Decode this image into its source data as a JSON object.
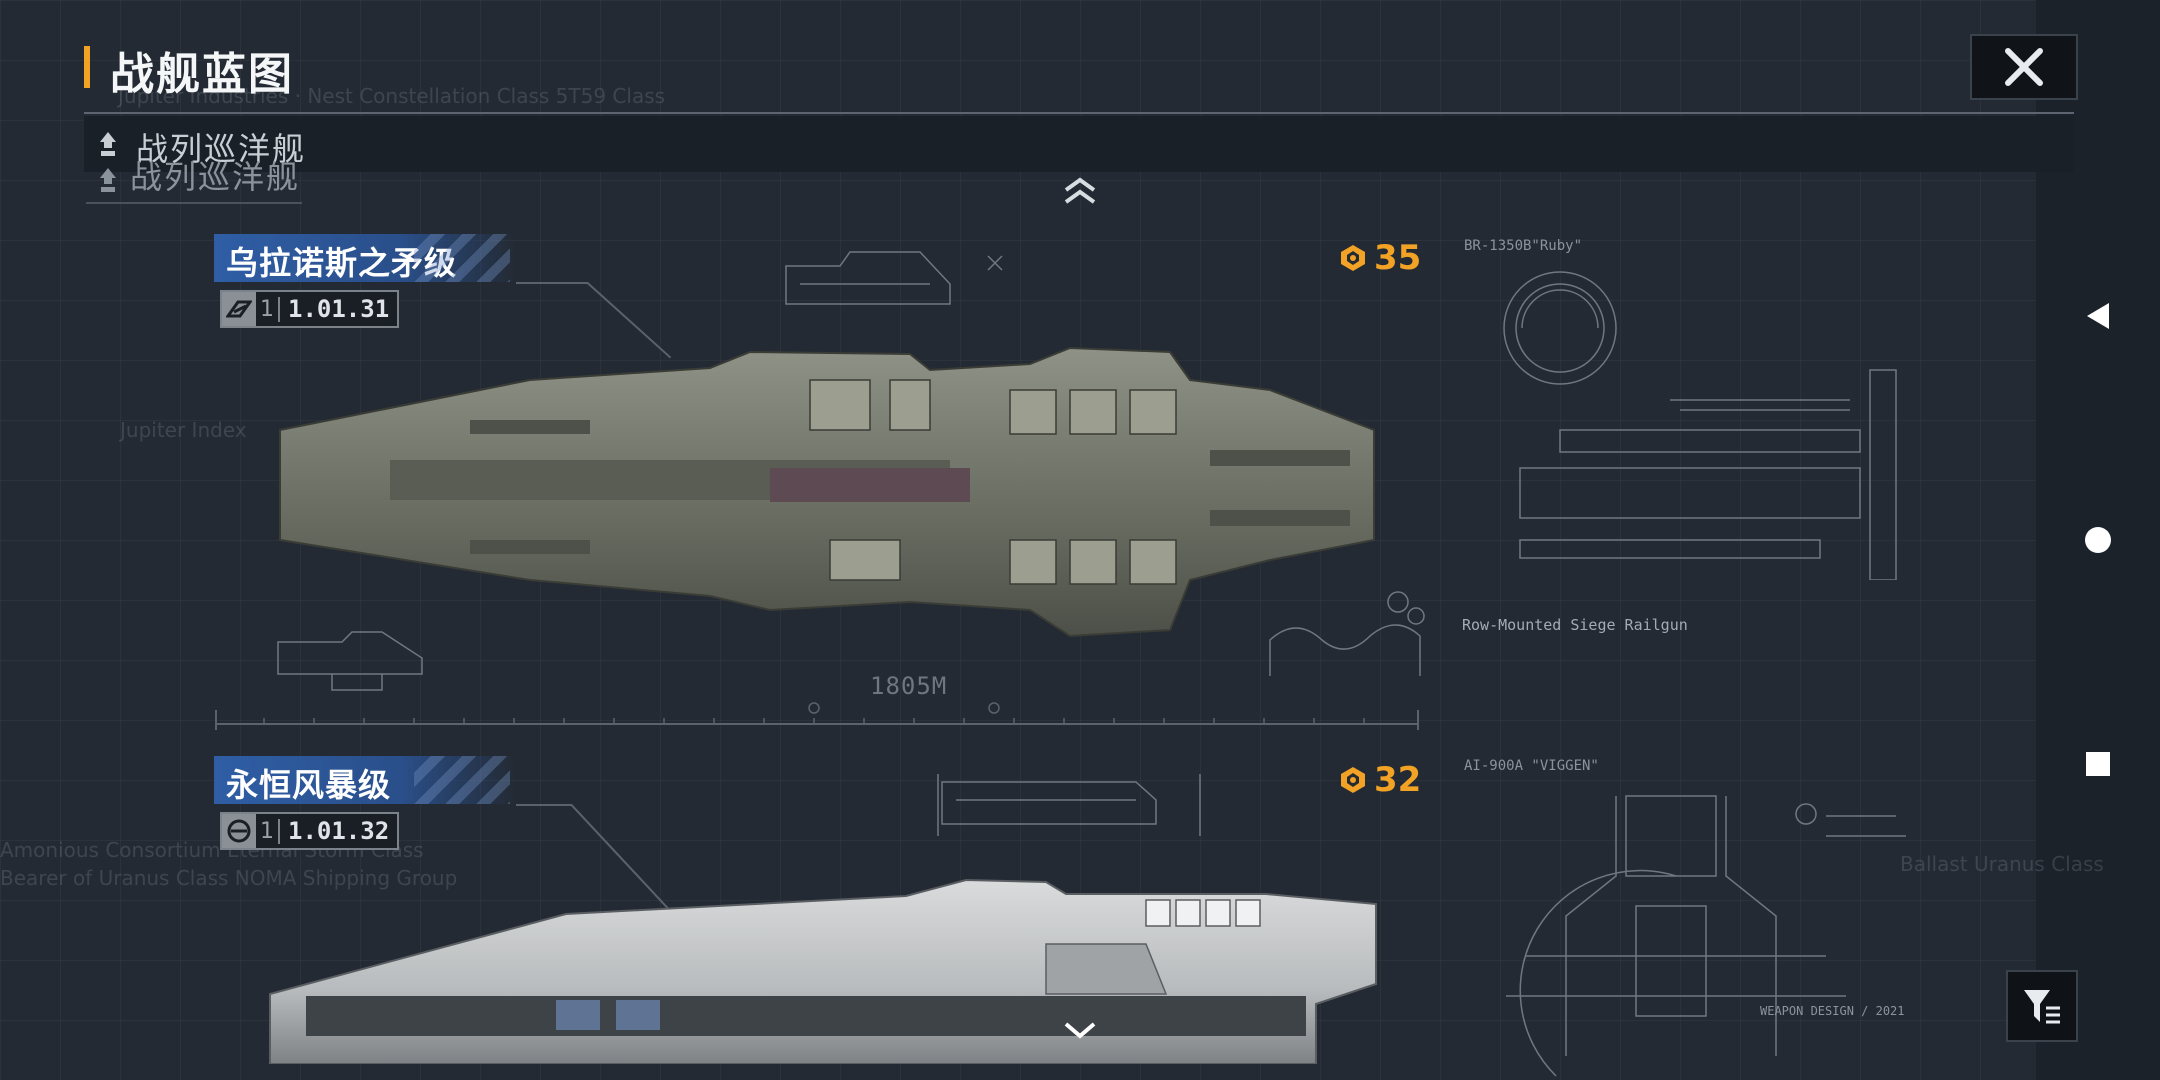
{
  "header": {
    "title": "战舰蓝图"
  },
  "category": {
    "label": "战列巡洋舰",
    "ghost_label": "战列巡洋舰"
  },
  "ships": [
    {
      "name": "乌拉诺斯之矛级",
      "tier": "1",
      "version": "1.01.31",
      "cost": "35",
      "length": "1805M",
      "weapon_code": "BR-1350B\"Ruby\"",
      "weapon_name": "Row-Mounted Siege Railgun"
    },
    {
      "name": "永恒风暴级",
      "tier": "1",
      "version": "1.01.32",
      "cost": "32",
      "weapon_code": "AI-900A \"VIGGEN\""
    }
  ],
  "footer": {
    "design_note": "WEAPON DESIGN / 2021"
  },
  "ghost_texts": [
    "Jupiter Industries · Nest Constellation Class  5T59 Class",
    "Jupiter Index",
    "Amonious Consortium Eternal Storm Class",
    "Bearer of Uranus Class NOMA Shipping Group",
    "Ballast Uranus Class"
  ],
  "colors": {
    "accent": "#f2a224",
    "plate": "#2f5ea6",
    "background": "#232a33"
  }
}
